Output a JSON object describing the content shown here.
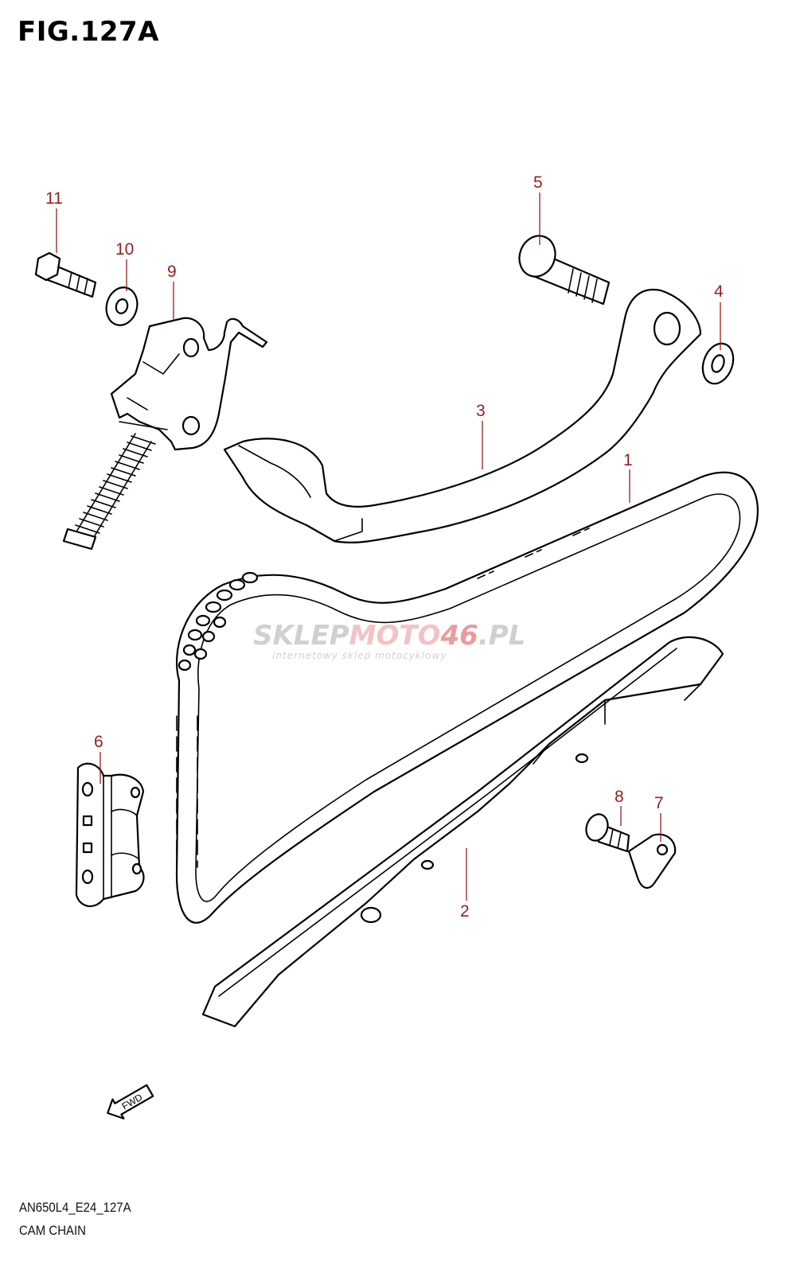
{
  "figure": {
    "title": "FIG.127A",
    "model_code": "AN650L4_E24_127A",
    "section_name": "CAM CHAIN"
  },
  "watermark": {
    "part1": "SKLEP",
    "part2": "MOTO",
    "part3": "46",
    "part4": ".PL",
    "tagline": "internetowy sklep motocyklowy",
    "colors": {
      "gray": "#c8c8c8",
      "pink": "#f2b8b8",
      "red": "#e88a8a"
    }
  },
  "direction_marker": {
    "label": "FWD"
  },
  "callouts": [
    {
      "number": "1",
      "part": "cam chain"
    },
    {
      "number": "2",
      "part": "chain guide"
    },
    {
      "number": "3",
      "part": "chain tensioner arm"
    },
    {
      "number": "4",
      "part": "washer"
    },
    {
      "number": "5",
      "part": "shoulder bolt"
    },
    {
      "number": "6",
      "part": "guide retainer plate"
    },
    {
      "number": "7",
      "part": "clamp"
    },
    {
      "number": "8",
      "part": "screw"
    },
    {
      "number": "9",
      "part": "chain tensioner adjuster"
    },
    {
      "number": "10",
      "part": "washer"
    },
    {
      "number": "11",
      "part": "bolt"
    }
  ],
  "colors": {
    "callout": "#9a1c1c",
    "line": "#000000"
  }
}
